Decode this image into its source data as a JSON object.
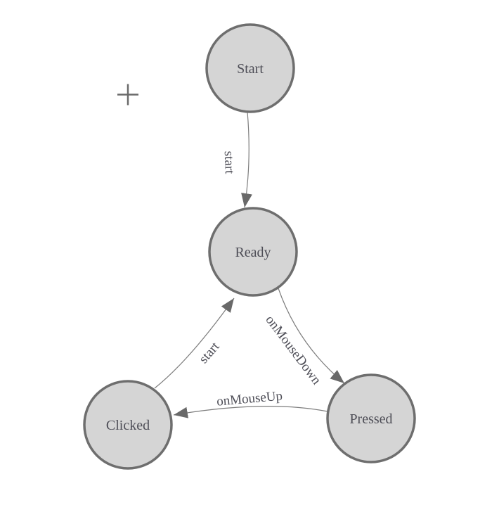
{
  "diagram": {
    "type": "state-machine",
    "nodes": [
      {
        "id": "start",
        "label": "Start"
      },
      {
        "id": "ready",
        "label": "Ready"
      },
      {
        "id": "clicked",
        "label": "Clicked"
      },
      {
        "id": "pressed",
        "label": "Pressed"
      }
    ],
    "edges": [
      {
        "from": "Start",
        "to": "Ready",
        "label": "start"
      },
      {
        "from": "Ready",
        "to": "Pressed",
        "label": "onMouseDown"
      },
      {
        "from": "Pressed",
        "to": "Clicked",
        "label": "onMouseUp"
      },
      {
        "from": "Clicked",
        "to": "Ready",
        "label": "start"
      }
    ],
    "icons": {
      "cursor": "plus-crosshair"
    },
    "colors": {
      "background": "#ffffff",
      "node_fill": "#d5d5d5",
      "node_stroke": "#6e6e6e",
      "edge_stroke": "#7d7d7d",
      "arrowhead": "#696969",
      "label_text": "#4e4e57",
      "crosshair": "#6a6a6a"
    }
  }
}
